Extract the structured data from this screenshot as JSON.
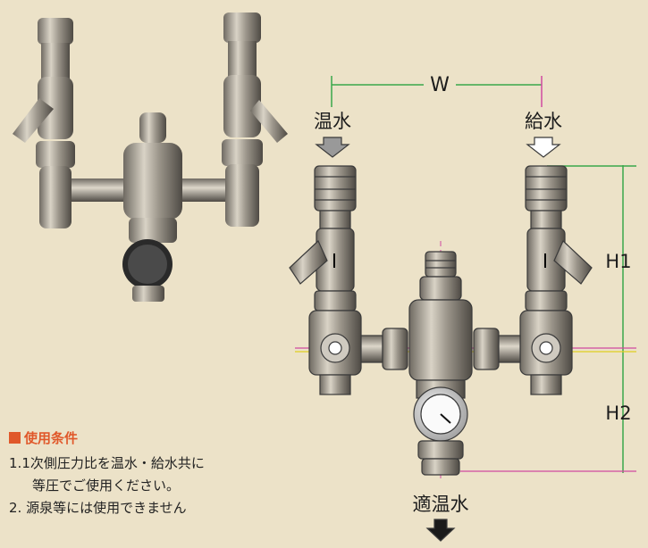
{
  "labels": {
    "width": "W",
    "hot_water": "温水",
    "supply_water": "給水",
    "height_1": "H1",
    "height_2": "H2",
    "mixed_water": "適温水"
  },
  "notes": {
    "heading": "使用条件",
    "items": [
      {
        "num": "1.",
        "text": "1次側圧力比を温水・給水共に",
        "cont": "等圧でご使用ください。"
      },
      {
        "num": "2.",
        "text": "源泉等には使用できません",
        "cont": ""
      }
    ]
  },
  "colors": {
    "background": "#ece2c8",
    "dim_green": "#3aa84a",
    "dim_magenta": "#d04aa0",
    "dim_yellow": "#e0d020",
    "note_heading": "#e0582a"
  }
}
